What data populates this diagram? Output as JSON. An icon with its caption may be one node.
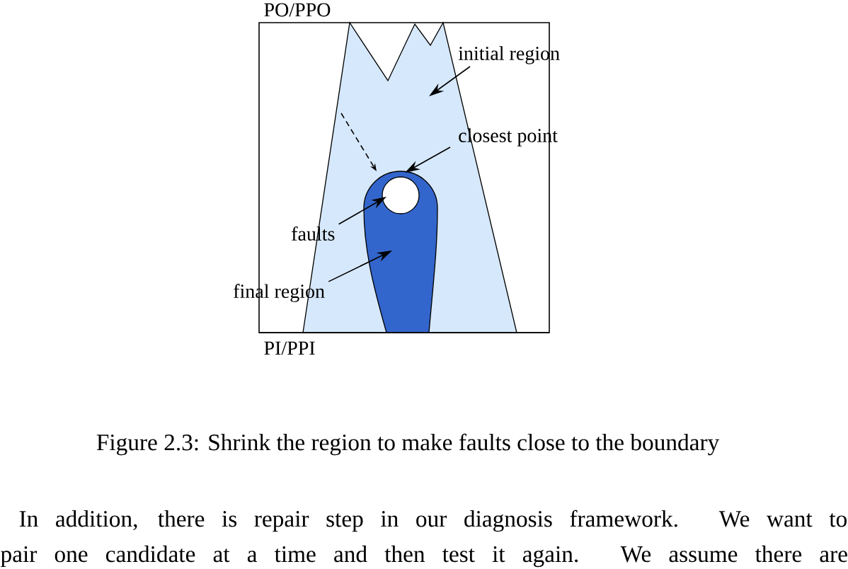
{
  "diagram": {
    "caption": "Figure 2.3: Shrink the region to make faults close to the boundary",
    "nodes": [
      {
        "text": [
          "initial region"
        ]
      },
      {
        "text": [
          "closest point"
        ]
      },
      {
        "text": [
          "faults"
        ]
      },
      {
        "text": [
          "final region"
        ]
      },
      {
        "text": [],
        "shape": "polygon"
      },
      {
        "text": [],
        "shape": "drop",
        "in": 4
      },
      {
        "text": [],
        "shape": "circle",
        "in": 5
      }
    ],
    "edges": [
      {
        "from": 0,
        "to": 4,
        "arrow": "to"
      },
      {
        "from": 1,
        "to": 6,
        "arrow": "to"
      },
      {
        "from": 2,
        "to": 6,
        "arrow": "to"
      },
      {
        "from": 3,
        "to": 5,
        "arrow": "to"
      },
      {
        "from": 4,
        "to": 5,
        "arrow": "to",
        "style": "dashed"
      }
    ],
    "labels": [
      "PO/PPO",
      "PI/PPI",
      "In addition, there is repair step in our diagnosis framework. We want to",
      "pair one candidate at a time and then test it again. We assume there are"
    ]
  }
}
